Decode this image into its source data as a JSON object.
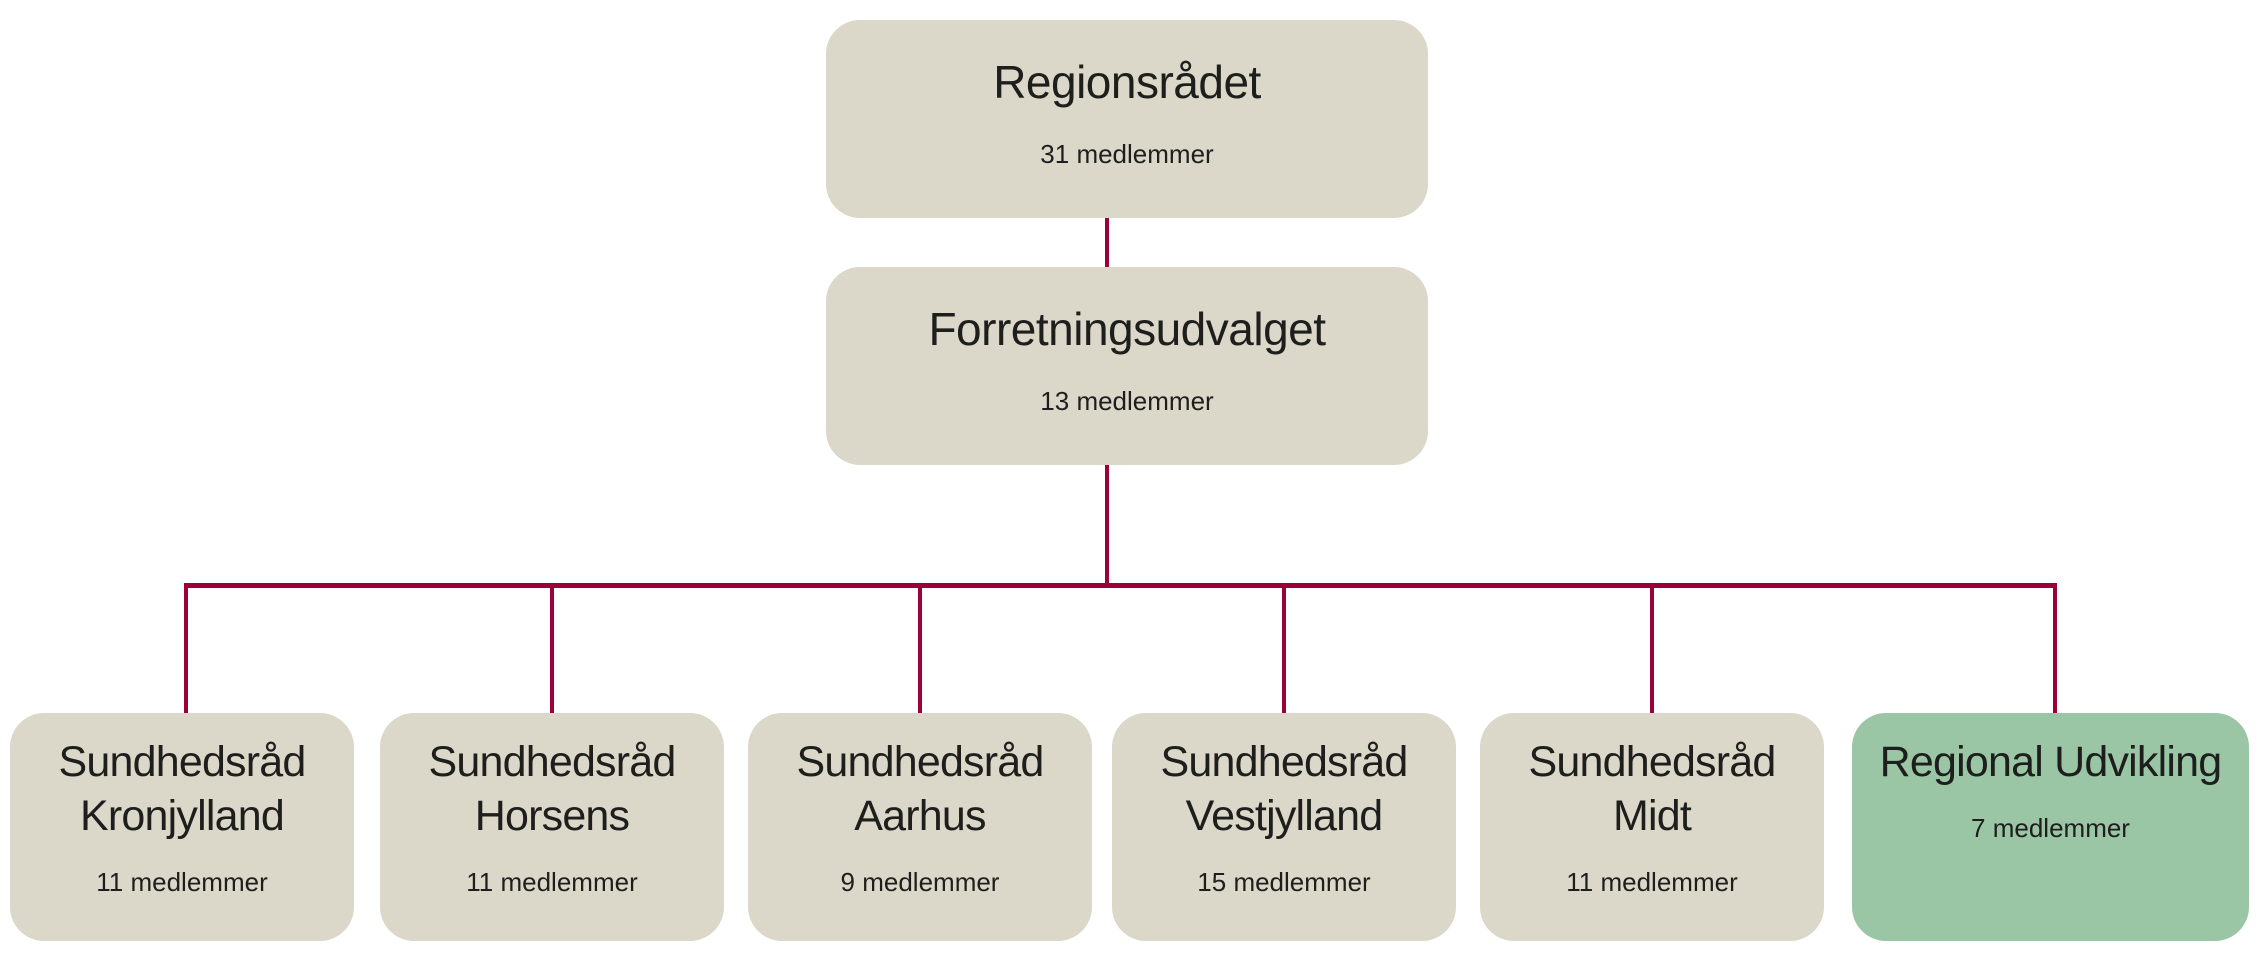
{
  "palette": {
    "box_beige": "#DBD8C9",
    "box_green": "#9AC6A6",
    "connector_red": "#9B0038",
    "text_dark": "#1E1E1C",
    "page_bg": "#FFFFFF"
  },
  "org_chart": {
    "root": {
      "title": "Regionsrådet",
      "subtitle": "31 medlemmer"
    },
    "executive": {
      "title": "Forretningsudvalget",
      "subtitle": "13 medlemmer"
    },
    "children": [
      {
        "title": "Sundhedsråd Kronjylland",
        "title_lines": [
          "Sundhedsråd",
          "Kronjylland"
        ],
        "subtitle": "11 medlemmer",
        "color": "beige"
      },
      {
        "title": "Sundhedsråd Horsens",
        "title_lines": [
          "Sundhedsråd",
          "Horsens"
        ],
        "subtitle": "11 medlemmer",
        "color": "beige"
      },
      {
        "title": "Sundhedsråd Aarhus",
        "title_lines": [
          "Sundhedsråd",
          "Aarhus"
        ],
        "subtitle": "9 medlemmer",
        "color": "beige"
      },
      {
        "title": "Sundhedsråd Vestjylland",
        "title_lines": [
          "Sundhedsråd",
          "Vestjylland"
        ],
        "subtitle": "15 medlemmer",
        "color": "beige"
      },
      {
        "title": "Sundhedsråd Midt",
        "title_lines": [
          "Sundhedsråd",
          "Midt"
        ],
        "subtitle": "11 medlemmer",
        "color": "beige"
      },
      {
        "title": "Regional Udvikling",
        "title_lines": [
          "Regional Udvikling"
        ],
        "subtitle": "7 medlemmer",
        "color": "green"
      }
    ]
  }
}
